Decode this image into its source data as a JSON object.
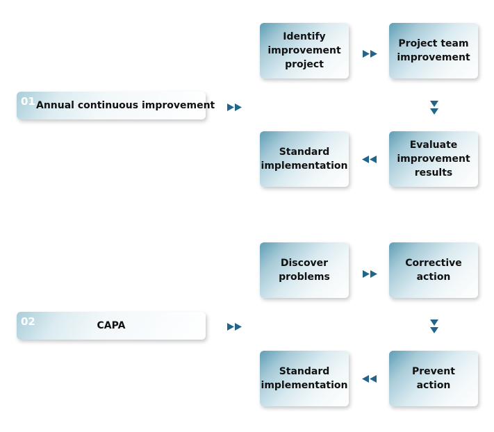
{
  "colors": {
    "arrow": "#23658a",
    "accent": "#5e9db5",
    "text": "#111111"
  },
  "groups": [
    {
      "number": "01",
      "title": "Annual continuous improvement",
      "steps": [
        "Identify\nimprovement\nproject",
        "Project team\nimprovement",
        "Evaluate\nimprovement\nresults",
        "Standard\nimplementation"
      ]
    },
    {
      "number": "02",
      "title": "CAPA",
      "steps": [
        "Discover\nproblems",
        "Corrective\naction",
        "Prevent\naction",
        "Standard\nimplementation"
      ]
    }
  ]
}
